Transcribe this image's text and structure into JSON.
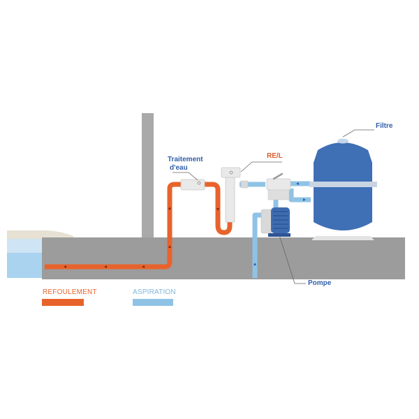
{
  "labels": {
    "traitement_line1": "Traitement",
    "traitement_line2": "d'eau",
    "rel": "RE/L",
    "filtre": "Filtre",
    "pompe": "Pompe"
  },
  "legend": {
    "refoulement": "REFOULEMENT",
    "aspiration": "ASPIRATION"
  },
  "colors": {
    "refoulement": "#e8632c",
    "aspiration": "#8fc3e6",
    "ground": "#9c9c9c",
    "filter": "#3f6fb5",
    "equipment": "#e9e9ea",
    "pool_water": "#a9d3ef",
    "pool_deck": "#e6e1d3",
    "wall": "#a9a9a9",
    "label_blue": "#2f5ea8",
    "label_red": "#e15a2a"
  }
}
